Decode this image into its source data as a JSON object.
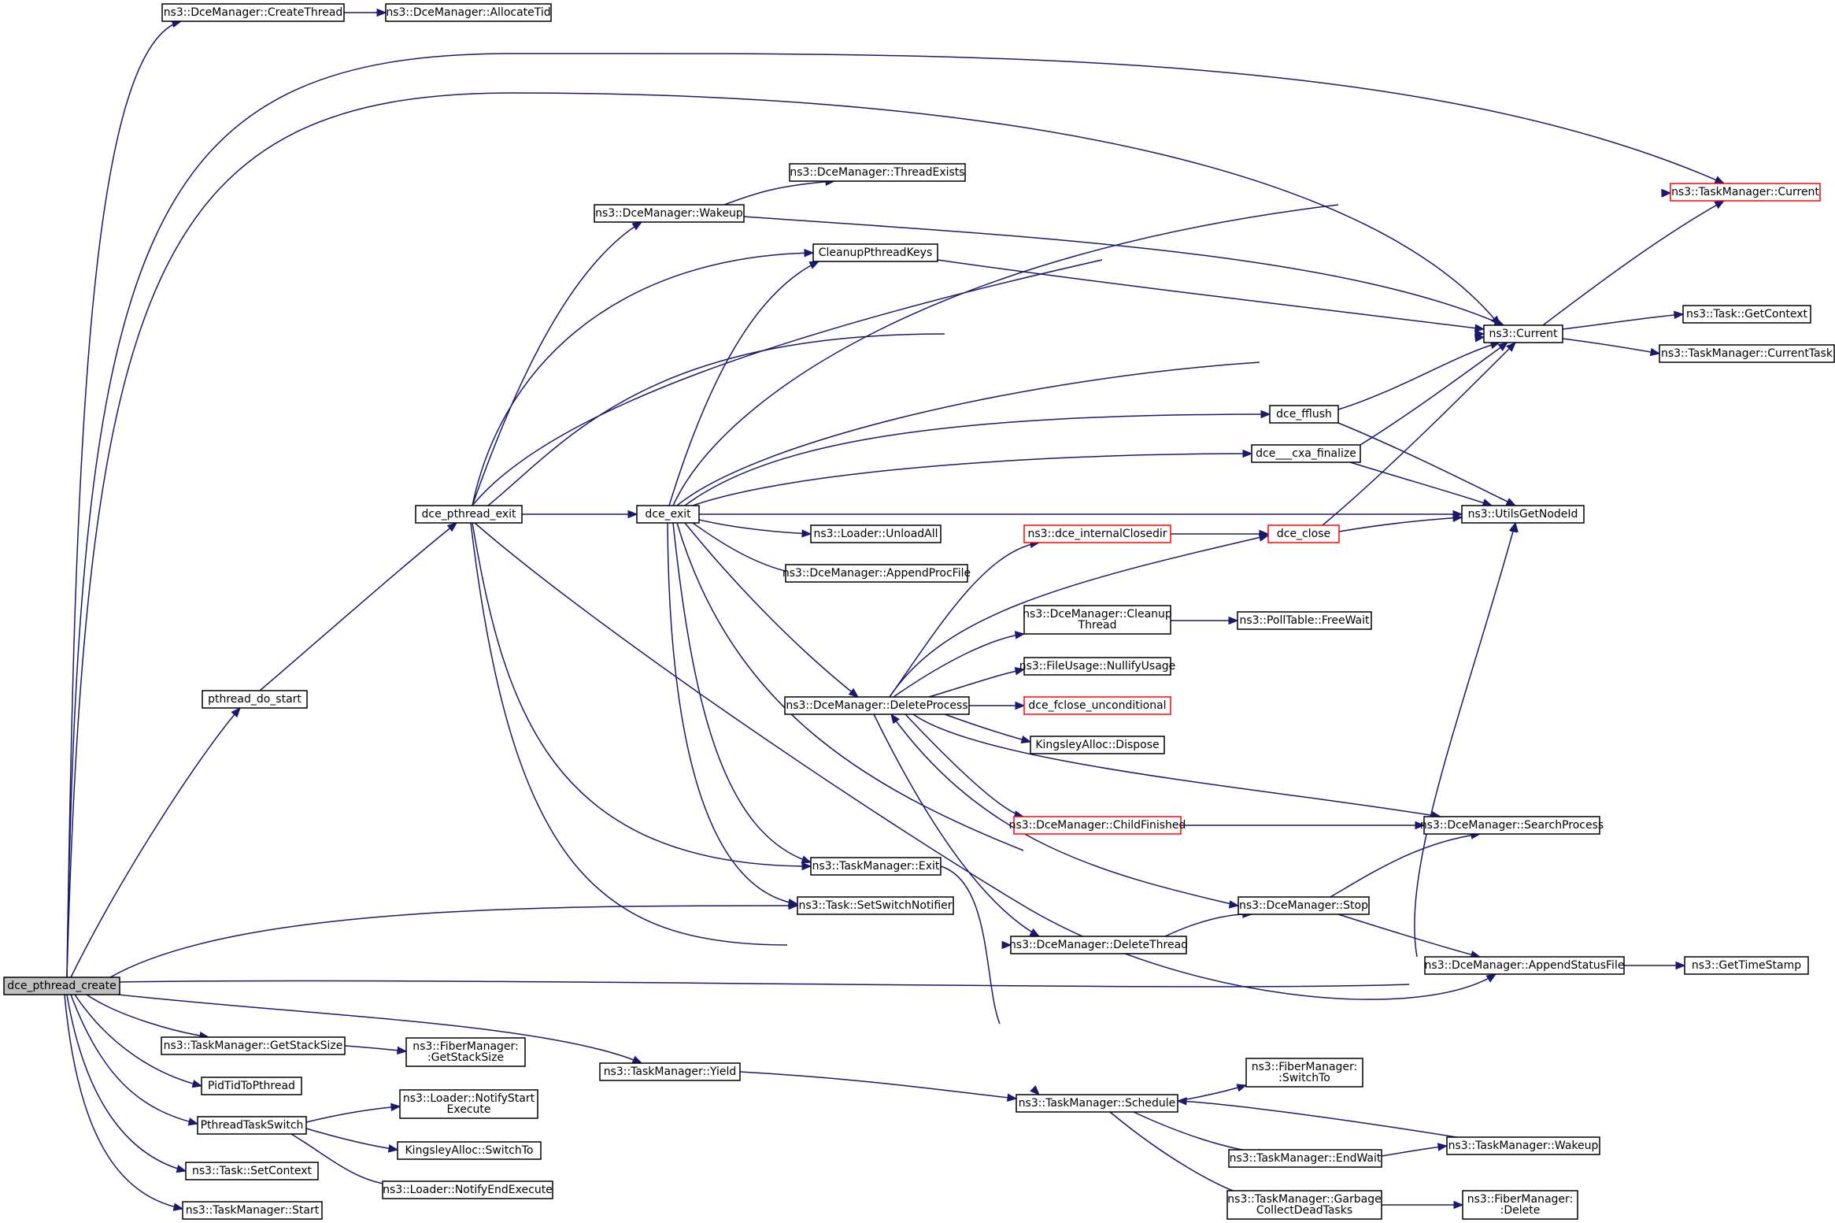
{
  "graph": {
    "title": "",
    "nodes": [
      {
        "id": "dce_pthread_create",
        "lines": [
          "dce_pthread_create"
        ],
        "root": true
      },
      {
        "id": "CreateThread",
        "lines": [
          "ns3::DceManager::CreateThread"
        ]
      },
      {
        "id": "AllocateTid",
        "lines": [
          "ns3::DceManager::AllocateTid"
        ]
      },
      {
        "id": "TM_Current",
        "lines": [
          "ns3::TaskManager::Current"
        ],
        "red": true
      },
      {
        "id": "ThreadExists",
        "lines": [
          "ns3::DceManager::ThreadExists"
        ]
      },
      {
        "id": "DM_Wakeup",
        "lines": [
          "ns3::DceManager::Wakeup"
        ]
      },
      {
        "id": "CleanupPthreadKeys",
        "lines": [
          "CleanupPthreadKeys"
        ]
      },
      {
        "id": "Current",
        "lines": [
          "ns3::Current"
        ]
      },
      {
        "id": "GetContext",
        "lines": [
          "ns3::Task::GetContext"
        ]
      },
      {
        "id": "CurrentTask",
        "lines": [
          "ns3::TaskManager::CurrentTask"
        ]
      },
      {
        "id": "dce_fflush",
        "lines": [
          "dce_fflush"
        ]
      },
      {
        "id": "cxa_finalize",
        "lines": [
          "dce___cxa_finalize"
        ]
      },
      {
        "id": "dce_pthread_exit",
        "lines": [
          "dce_pthread_exit"
        ]
      },
      {
        "id": "dce_exit",
        "lines": [
          "dce_exit"
        ]
      },
      {
        "id": "UtilsGetNodeId",
        "lines": [
          "ns3::UtilsGetNodeId"
        ]
      },
      {
        "id": "UnloadAll",
        "lines": [
          "ns3::Loader::UnloadAll"
        ]
      },
      {
        "id": "internalClosedir",
        "lines": [
          "ns3::dce_internalClosedir"
        ],
        "red": true
      },
      {
        "id": "dce_close",
        "lines": [
          "dce_close"
        ],
        "red": true
      },
      {
        "id": "AppendProcFile",
        "lines": [
          "ns3::DceManager::AppendProcFile"
        ]
      },
      {
        "id": "CleanupThread",
        "lines": [
          "ns3::DceManager::Cleanup",
          "Thread"
        ]
      },
      {
        "id": "FreeWait",
        "lines": [
          "ns3::PollTable::FreeWait"
        ]
      },
      {
        "id": "NullifyUsage",
        "lines": [
          "ns3::FileUsage::NullifyUsage"
        ]
      },
      {
        "id": "pthread_do_start",
        "lines": [
          "pthread_do_start"
        ]
      },
      {
        "id": "DeleteProcess",
        "lines": [
          "ns3::DceManager::DeleteProcess"
        ]
      },
      {
        "id": "fclose_unc",
        "lines": [
          "dce_fclose_unconditional"
        ],
        "red": true
      },
      {
        "id": "KA_Dispose",
        "lines": [
          "KingsleyAlloc::Dispose"
        ]
      },
      {
        "id": "ChildFinished",
        "lines": [
          "ns3::DceManager::ChildFinished"
        ],
        "red": true
      },
      {
        "id": "SearchProcess",
        "lines": [
          "ns3::DceManager::SearchProcess"
        ]
      },
      {
        "id": "TM_Exit",
        "lines": [
          "ns3::TaskManager::Exit"
        ]
      },
      {
        "id": "SetSwitchNotifier",
        "lines": [
          "ns3::Task::SetSwitchNotifier"
        ]
      },
      {
        "id": "DM_Stop",
        "lines": [
          "ns3::DceManager::Stop"
        ]
      },
      {
        "id": "DeleteThread",
        "lines": [
          "ns3::DceManager::DeleteThread"
        ]
      },
      {
        "id": "AppendStatusFile",
        "lines": [
          "ns3::DceManager::AppendStatusFile"
        ]
      },
      {
        "id": "GetTimeStamp",
        "lines": [
          "ns3::GetTimeStamp"
        ]
      },
      {
        "id": "GetStackSize",
        "lines": [
          "ns3::TaskManager::GetStackSize"
        ]
      },
      {
        "id": "FM_GetStackSize",
        "lines": [
          "ns3::FiberManager:",
          ":GetStackSize"
        ]
      },
      {
        "id": "TM_Yield",
        "lines": [
          "ns3::TaskManager::Yield"
        ]
      },
      {
        "id": "FM_SwitchTo",
        "lines": [
          "ns3::FiberManager:",
          ":SwitchTo"
        ]
      },
      {
        "id": "PidTidToPthread",
        "lines": [
          "PidTidToPthread"
        ]
      },
      {
        "id": "PthreadTaskSwitch",
        "lines": [
          "PthreadTaskSwitch"
        ]
      },
      {
        "id": "NotifyStartExecute",
        "lines": [
          "ns3::Loader::NotifyStart",
          "Execute"
        ]
      },
      {
        "id": "TM_Schedule",
        "lines": [
          "ns3::TaskManager::Schedule"
        ]
      },
      {
        "id": "TM_Wakeup",
        "lines": [
          "ns3::TaskManager::Wakeup"
        ]
      },
      {
        "id": "KA_SwitchTo",
        "lines": [
          "KingsleyAlloc::SwitchTo"
        ]
      },
      {
        "id": "EndWait",
        "lines": [
          "ns3::TaskManager::EndWait"
        ]
      },
      {
        "id": "SetContext",
        "lines": [
          "ns3::Task::SetContext"
        ]
      },
      {
        "id": "NotifyEndExecute",
        "lines": [
          "ns3::Loader::NotifyEndExecute"
        ]
      },
      {
        "id": "GarbageCollect",
        "lines": [
          "ns3::TaskManager::Garbage",
          "CollectDeadTasks"
        ]
      },
      {
        "id": "FM_Delete",
        "lines": [
          "ns3::FiberManager:",
          ":Delete"
        ]
      },
      {
        "id": "TM_Start",
        "lines": [
          "ns3::TaskManager::Start"
        ]
      }
    ],
    "edges": [
      [
        "dce_pthread_create",
        "CreateThread"
      ],
      [
        "CreateThread",
        "AllocateTid"
      ],
      [
        "dce_pthread_create",
        "TM_Current"
      ],
      [
        "dce_pthread_create",
        "Current"
      ],
      [
        "dce_pthread_create",
        "pthread_do_start"
      ],
      [
        "dce_pthread_create",
        "SetSwitchNotifier"
      ],
      [
        "dce_pthread_create",
        "UtilsGetNodeId"
      ],
      [
        "dce_pthread_create",
        "GetStackSize"
      ],
      [
        "dce_pthread_create",
        "TM_Yield"
      ],
      [
        "dce_pthread_create",
        "PidTidToPthread"
      ],
      [
        "dce_pthread_create",
        "PthreadTaskSwitch"
      ],
      [
        "dce_pthread_create",
        "SetContext"
      ],
      [
        "dce_pthread_create",
        "TM_Start"
      ],
      [
        "pthread_do_start",
        "dce_pthread_exit"
      ],
      [
        "dce_pthread_exit",
        "TM_Current"
      ],
      [
        "dce_pthread_exit",
        "DM_Wakeup"
      ],
      [
        "dce_pthread_exit",
        "CleanupPthreadKeys"
      ],
      [
        "dce_pthread_exit",
        "Current"
      ],
      [
        "dce_pthread_exit",
        "dce_exit"
      ],
      [
        "dce_pthread_exit",
        "TM_Exit"
      ],
      [
        "dce_pthread_exit",
        "DeleteThread"
      ],
      [
        "dce_pthread_exit",
        "AppendStatusFile"
      ],
      [
        "DM_Wakeup",
        "ThreadExists"
      ],
      [
        "DM_Wakeup",
        "Current"
      ],
      [
        "CleanupPthreadKeys",
        "Current"
      ],
      [
        "Current",
        "TM_Current"
      ],
      [
        "Current",
        "GetContext"
      ],
      [
        "Current",
        "CurrentTask"
      ],
      [
        "dce_exit",
        "CleanupPthreadKeys"
      ],
      [
        "dce_exit",
        "TM_Current"
      ],
      [
        "dce_exit",
        "Current"
      ],
      [
        "dce_exit",
        "dce_fflush"
      ],
      [
        "dce_exit",
        "cxa_finalize"
      ],
      [
        "dce_exit",
        "UtilsGetNodeId"
      ],
      [
        "dce_exit",
        "UnloadAll"
      ],
      [
        "dce_exit",
        "AppendProcFile"
      ],
      [
        "dce_exit",
        "DeleteProcess"
      ],
      [
        "dce_exit",
        "TM_Exit"
      ],
      [
        "dce_exit",
        "SetSwitchNotifier"
      ],
      [
        "dce_exit",
        "DM_Stop"
      ],
      [
        "dce_fflush",
        "Current"
      ],
      [
        "dce_fflush",
        "UtilsGetNodeId"
      ],
      [
        "cxa_finalize",
        "Current"
      ],
      [
        "cxa_finalize",
        "UtilsGetNodeId"
      ],
      [
        "DeleteProcess",
        "internalClosedir"
      ],
      [
        "DeleteProcess",
        "dce_close"
      ],
      [
        "DeleteProcess",
        "CleanupThread"
      ],
      [
        "DeleteProcess",
        "NullifyUsage"
      ],
      [
        "DeleteProcess",
        "fclose_unc"
      ],
      [
        "DeleteProcess",
        "KA_Dispose"
      ],
      [
        "DeleteProcess",
        "ChildFinished"
      ],
      [
        "DeleteProcess",
        "SearchProcess"
      ],
      [
        "DeleteProcess",
        "DeleteThread"
      ],
      [
        "internalClosedir",
        "dce_close"
      ],
      [
        "dce_close",
        "Current"
      ],
      [
        "dce_close",
        "UtilsGetNodeId"
      ],
      [
        "CleanupThread",
        "FreeWait"
      ],
      [
        "ChildFinished",
        "SearchProcess"
      ],
      [
        "DM_Stop",
        "DeleteProcess"
      ],
      [
        "DM_Stop",
        "SearchProcess"
      ],
      [
        "DM_Stop",
        "AppendStatusFile"
      ],
      [
        "DeleteThread",
        "DM_Stop"
      ],
      [
        "AppendStatusFile",
        "UtilsGetNodeId"
      ],
      [
        "AppendStatusFile",
        "GetTimeStamp"
      ],
      [
        "TM_Exit",
        "TM_Schedule"
      ],
      [
        "GetStackSize",
        "FM_GetStackSize"
      ],
      [
        "TM_Yield",
        "TM_Schedule"
      ],
      [
        "TM_Schedule",
        "FM_SwitchTo"
      ],
      [
        "TM_Schedule",
        "EndWait"
      ],
      [
        "TM_Schedule",
        "GarbageCollect"
      ],
      [
        "EndWait",
        "TM_Wakeup"
      ],
      [
        "TM_Wakeup",
        "TM_Schedule"
      ],
      [
        "GarbageCollect",
        "FM_Delete"
      ],
      [
        "PthreadTaskSwitch",
        "NotifyStartExecute"
      ],
      [
        "PthreadTaskSwitch",
        "KA_SwitchTo"
      ],
      [
        "PthreadTaskSwitch",
        "NotifyEndExecute"
      ]
    ]
  }
}
